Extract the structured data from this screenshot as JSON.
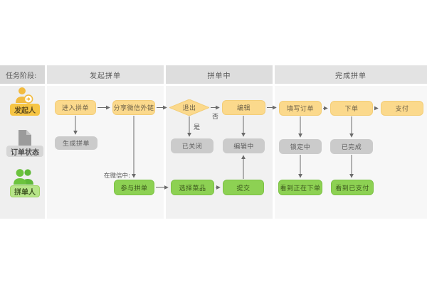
{
  "legend": {
    "title": "任务阶段:",
    "roles": [
      {
        "label": "发起人",
        "icon": "person-plus-icon"
      },
      {
        "label": "订单状态",
        "icon": "document-icon"
      },
      {
        "label": "拼单人",
        "icon": "group-icon"
      }
    ]
  },
  "phases": [
    {
      "label": "发起拼单"
    },
    {
      "label": "拼单中"
    },
    {
      "label": "完成拼单"
    }
  ],
  "nodes": {
    "enter": "进入拼单",
    "share": "分享微信外链",
    "exit": "退出",
    "edit": "编辑",
    "fill_order": "填写订单",
    "place_order": "下单",
    "pay": "支付",
    "created": "生成拼单",
    "closed": "已关闭",
    "editing": "编辑中",
    "locked": "锁定中",
    "completed": "已完成",
    "join": "参与拼单",
    "choose": "选择菜品",
    "submit": "提交",
    "see_ordering": "看到正在下单",
    "see_paid": "看到已支付"
  },
  "edge_labels": {
    "yes": "是",
    "no": "否",
    "in_wechat": "在微信中:"
  },
  "colors": {
    "yellow_node": "#fbd98c",
    "yellow_badge": "#f6c544",
    "gray_node": "#cbcbcb",
    "gray_badge": "#d6d6d6",
    "green_node": "#8dd153",
    "green_badge": "#b6e488",
    "arrow": "#6b6b6b",
    "header_band": "#e3e3e3",
    "column_bg": "#f7f7f7"
  }
}
